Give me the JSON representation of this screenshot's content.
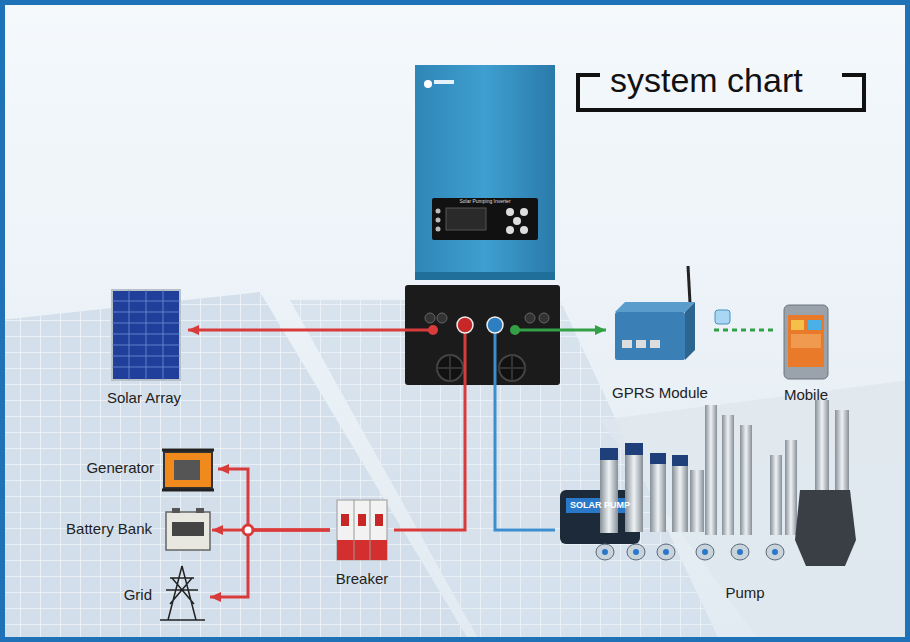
{
  "diagram": {
    "title": "system chart",
    "nodes": [
      {
        "text": [
          "Solar Pumping Inverter"
        ]
      },
      {
        "text": [
          "Solar Array"
        ]
      },
      {
        "text": [
          "GPRS Module"
        ]
      },
      {
        "text": [
          "Mobile"
        ]
      },
      {
        "text": [
          "Generator"
        ]
      },
      {
        "text": [
          "Battery Bank"
        ]
      },
      {
        "text": [
          "Grid"
        ]
      },
      {
        "text": [
          "Breaker"
        ]
      },
      {
        "text": [
          "Pump"
        ]
      }
    ],
    "edges": [
      {
        "from": 0,
        "to": 1,
        "arrow": "to"
      },
      {
        "from": 0,
        "to": 2,
        "arrow": "to"
      },
      {
        "from": 7,
        "to": 0,
        "arrow": "none"
      },
      {
        "from": 0,
        "to": 8,
        "arrow": "none"
      },
      {
        "from": 2,
        "to": 3,
        "arrow": "none"
      },
      {
        "from": 7,
        "to": 4,
        "arrow": "to"
      },
      {
        "from": 7,
        "to": 5,
        "arrow": "to"
      },
      {
        "from": 7,
        "to": 6,
        "arrow": "to"
      }
    ],
    "labels": [
      "SOLAR PUMP"
    ]
  }
}
